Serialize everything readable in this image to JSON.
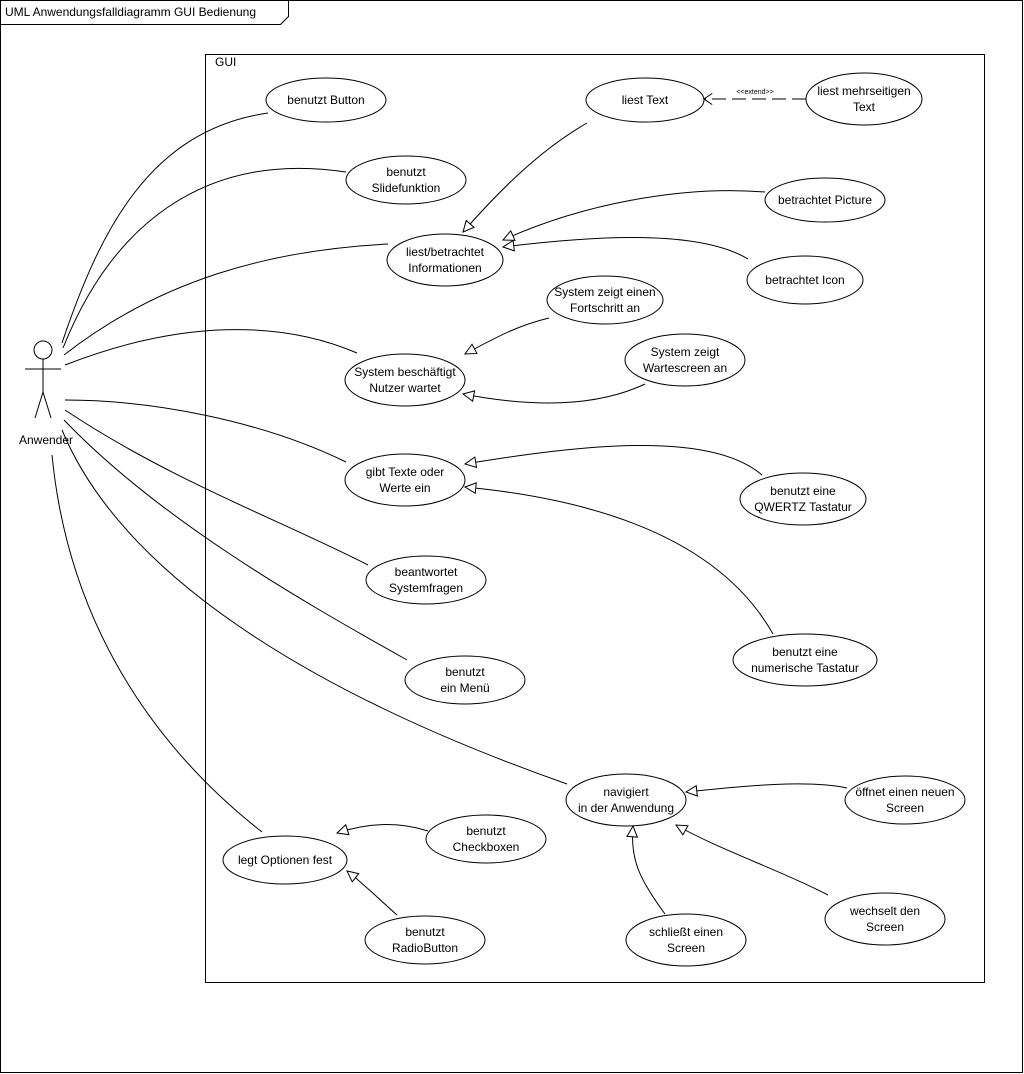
{
  "diagram": {
    "title": "UML Anwendungsfalldiagramm GUI Bedienung",
    "system_boundary_label": "GUI",
    "actor": {
      "name": "Anwender"
    },
    "use_cases": [
      {
        "id": "button",
        "lines": [
          "benutzt Button"
        ]
      },
      {
        "id": "slide",
        "lines": [
          "benutzt",
          "Slidefunktion"
        ]
      },
      {
        "id": "liest_text",
        "lines": [
          "liest Text"
        ]
      },
      {
        "id": "mehrseitig",
        "lines": [
          "liest mehrseitigen",
          "Text"
        ]
      },
      {
        "id": "informationen",
        "lines": [
          "liest/betrachtet",
          "Informationen"
        ]
      },
      {
        "id": "picture",
        "lines": [
          "betrachtet Picture"
        ]
      },
      {
        "id": "icon",
        "lines": [
          "betrachtet Icon"
        ]
      },
      {
        "id": "fortschritt",
        "lines": [
          "System zeigt einen",
          "Fortschritt an"
        ]
      },
      {
        "id": "wartescreen",
        "lines": [
          "System zeigt",
          "Wartescreen an"
        ]
      },
      {
        "id": "beschaeftigt",
        "lines": [
          "System beschäftigt",
          "Nutzer wartet"
        ]
      },
      {
        "id": "eingabe",
        "lines": [
          "gibt Texte oder",
          "Werte ein"
        ]
      },
      {
        "id": "qwertz",
        "lines": [
          "benutzt eine",
          "QWERTZ Tastatur"
        ]
      },
      {
        "id": "systemfragen",
        "lines": [
          "beantwortet",
          "Systemfragen"
        ]
      },
      {
        "id": "numerisch",
        "lines": [
          "benutzt eine",
          "numerische Tastatur"
        ]
      },
      {
        "id": "menue",
        "lines": [
          "benutzt",
          "ein Menü"
        ]
      },
      {
        "id": "navigiert",
        "lines": [
          "navigiert",
          "in der Anwendung"
        ]
      },
      {
        "id": "neuer_screen",
        "lines": [
          "öffnet einen neuen",
          "Screen"
        ]
      },
      {
        "id": "optionen",
        "lines": [
          "legt Optionen fest"
        ]
      },
      {
        "id": "checkboxen",
        "lines": [
          "benutzt",
          "Checkboxen"
        ]
      },
      {
        "id": "wechselt",
        "lines": [
          "wechselt den",
          "Screen"
        ]
      },
      {
        "id": "radiobutton",
        "lines": [
          "benutzt",
          "RadioButton"
        ]
      },
      {
        "id": "schliesst",
        "lines": [
          "schließt einen",
          "Screen"
        ]
      }
    ],
    "associations": [
      "button",
      "slide",
      "informationen",
      "beschaeftigt",
      "eingabe",
      "systemfragen",
      "menue",
      "navigiert",
      "optionen"
    ],
    "generalizations": [
      {
        "from": "liest_text",
        "to": "informationen"
      },
      {
        "from": "picture",
        "to": "informationen"
      },
      {
        "from": "icon",
        "to": "informationen"
      },
      {
        "from": "fortschritt",
        "to": "beschaeftigt"
      },
      {
        "from": "wartescreen",
        "to": "beschaeftigt"
      },
      {
        "from": "qwertz",
        "to": "eingabe"
      },
      {
        "from": "numerisch",
        "to": "eingabe"
      },
      {
        "from": "neuer_screen",
        "to": "navigiert"
      },
      {
        "from": "wechselt",
        "to": "navigiert"
      },
      {
        "from": "schliesst",
        "to": "navigiert"
      },
      {
        "from": "checkboxen",
        "to": "optionen"
      },
      {
        "from": "radiobutton",
        "to": "optionen"
      }
    ],
    "extends": [
      {
        "from": "mehrseitig",
        "to": "liest_text",
        "label": "<<extend>>"
      }
    ]
  }
}
